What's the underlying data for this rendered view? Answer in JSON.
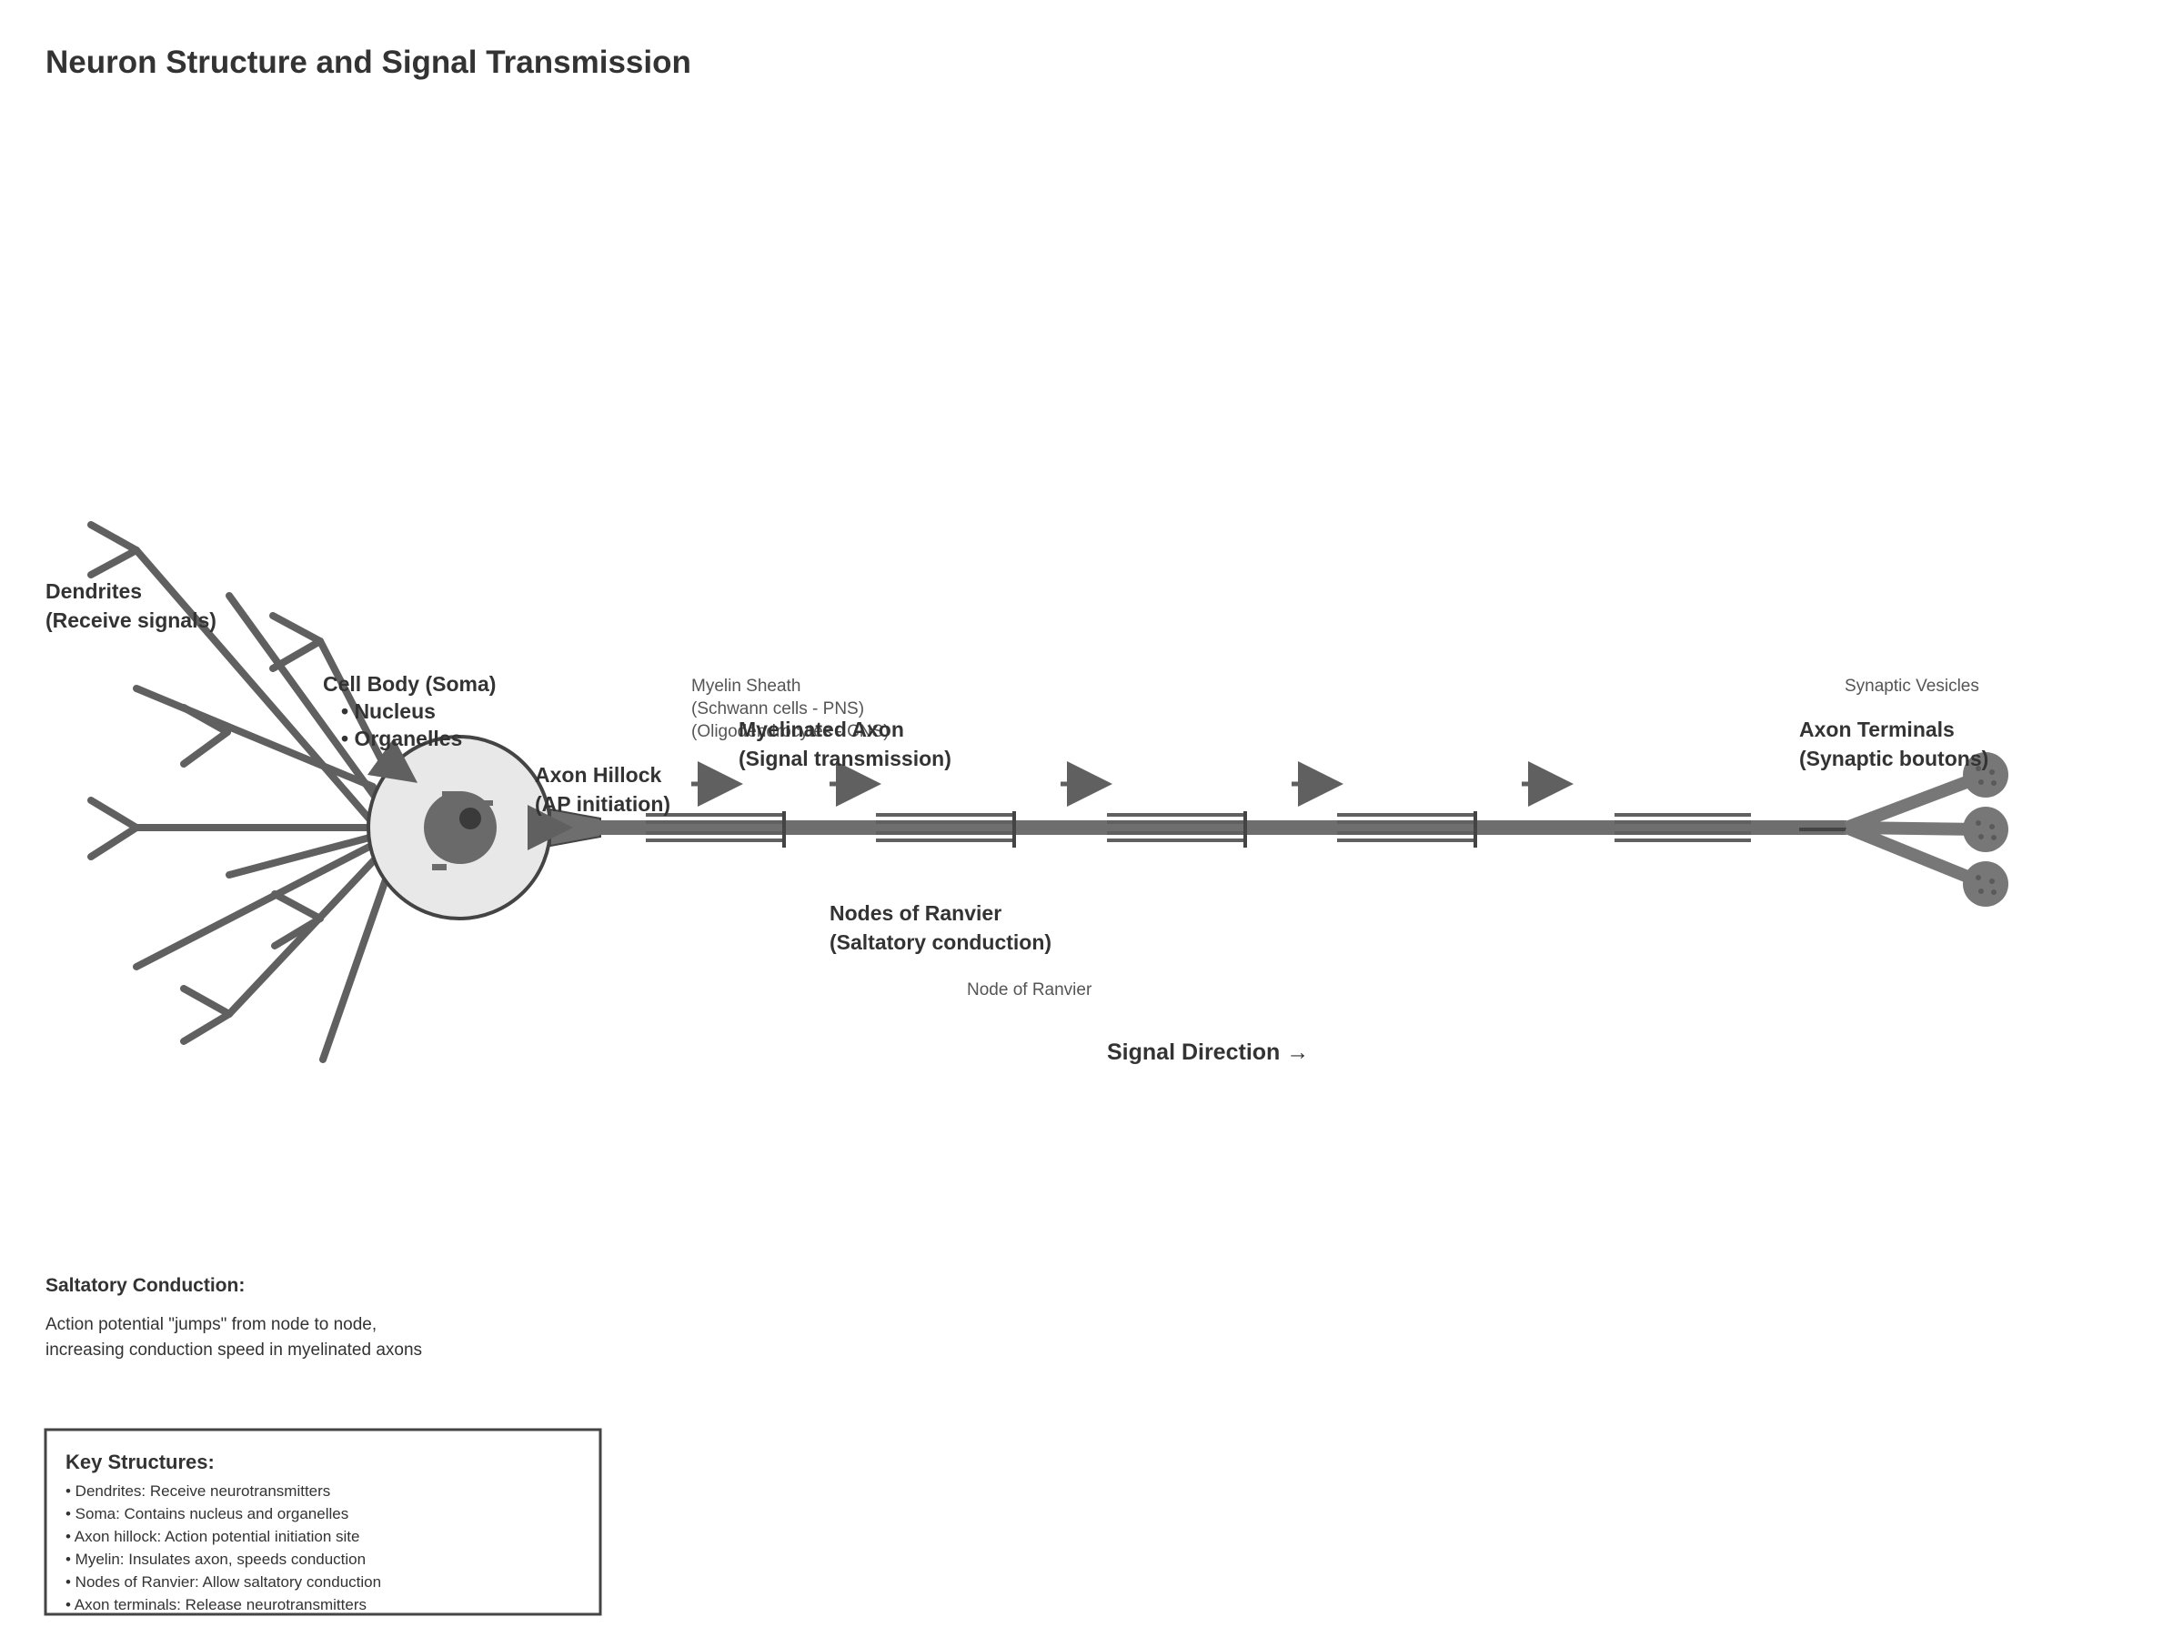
{
  "title": "Neuron Structure and Signal Transmission",
  "labels": {
    "dendrites": [
      "Dendrites",
      "(Receive signals)"
    ],
    "soma": [
      "Cell Body (Soma)",
      "• Nucleus",
      "• Organelles"
    ],
    "hillock": [
      "Axon Hillock",
      "(AP initiation)"
    ],
    "myelin": [
      "Myelin Sheath",
      "(Schwann cells - PNS)",
      "(Oligodendrocytes - CNS)"
    ],
    "axon": [
      "Myelinated Axon",
      "(Signal transmission)"
    ],
    "nodes": [
      "Nodes of Ranvier",
      "(Saltatory conduction)"
    ],
    "node_single": "Node of Ranvier",
    "vesicles": "Synaptic Vesicles",
    "terminals": [
      "Axon Terminals",
      "(Synaptic boutons)"
    ],
    "direction": "Signal Direction →"
  },
  "saltatory": {
    "heading": "Saltatory Conduction:",
    "lines": [
      "Action potential \"jumps\" from node to node,",
      "increasing conduction speed in myelinated axons"
    ]
  },
  "key_structures": {
    "heading": "Key Structures:",
    "items": [
      "• Dendrites: Receive neurotransmitters",
      "• Soma: Contains nucleus and organelles",
      "• Axon hillock: Action potential initiation site",
      "• Myelin: Insulates axon, speeds conduction",
      "• Nodes of Ranvier: Allow saltatory conduction",
      "• Axon terminals: Release neurotransmitters"
    ]
  },
  "colors": {
    "stroke": "#606060",
    "axon": "#6e6e6e",
    "soma_fill": "#e8e8e8",
    "nucleus": "#6a6a6a",
    "terminal": "#777777",
    "text_dark": "#333333",
    "text_light": "#555555"
  }
}
